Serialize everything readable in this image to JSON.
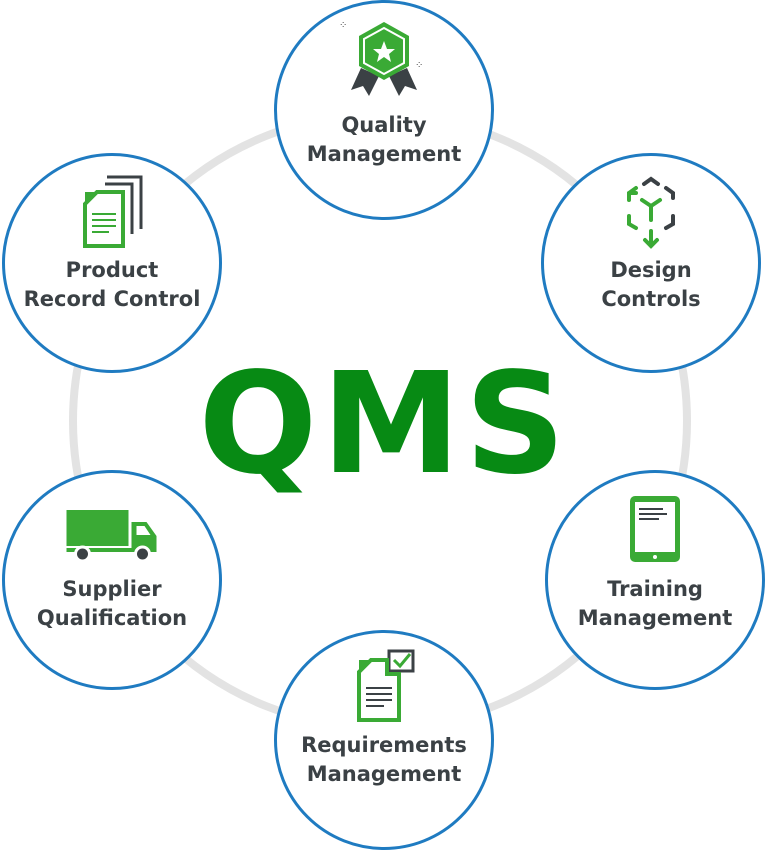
{
  "center": {
    "title": "QMS"
  },
  "nodes": [
    {
      "line1": "Quality",
      "line2": "Management",
      "icon": "award-badge-icon"
    },
    {
      "line1": "Design",
      "line2": "Controls",
      "icon": "cube-arrows-icon"
    },
    {
      "line1": "Training",
      "line2": "Management",
      "icon": "tablet-icon"
    },
    {
      "line1": "Requirements",
      "line2": "Management",
      "icon": "checklist-document-icon"
    },
    {
      "line1": "Supplier",
      "line2": "Qualification",
      "icon": "truck-icon"
    },
    {
      "line1": "Product",
      "line2": "Record Control",
      "icon": "documents-icon"
    }
  ],
  "colors": {
    "green": "#3aaa35",
    "dark": "#3b4145",
    "blue": "#1f7bc1",
    "qms": "#078a14"
  }
}
